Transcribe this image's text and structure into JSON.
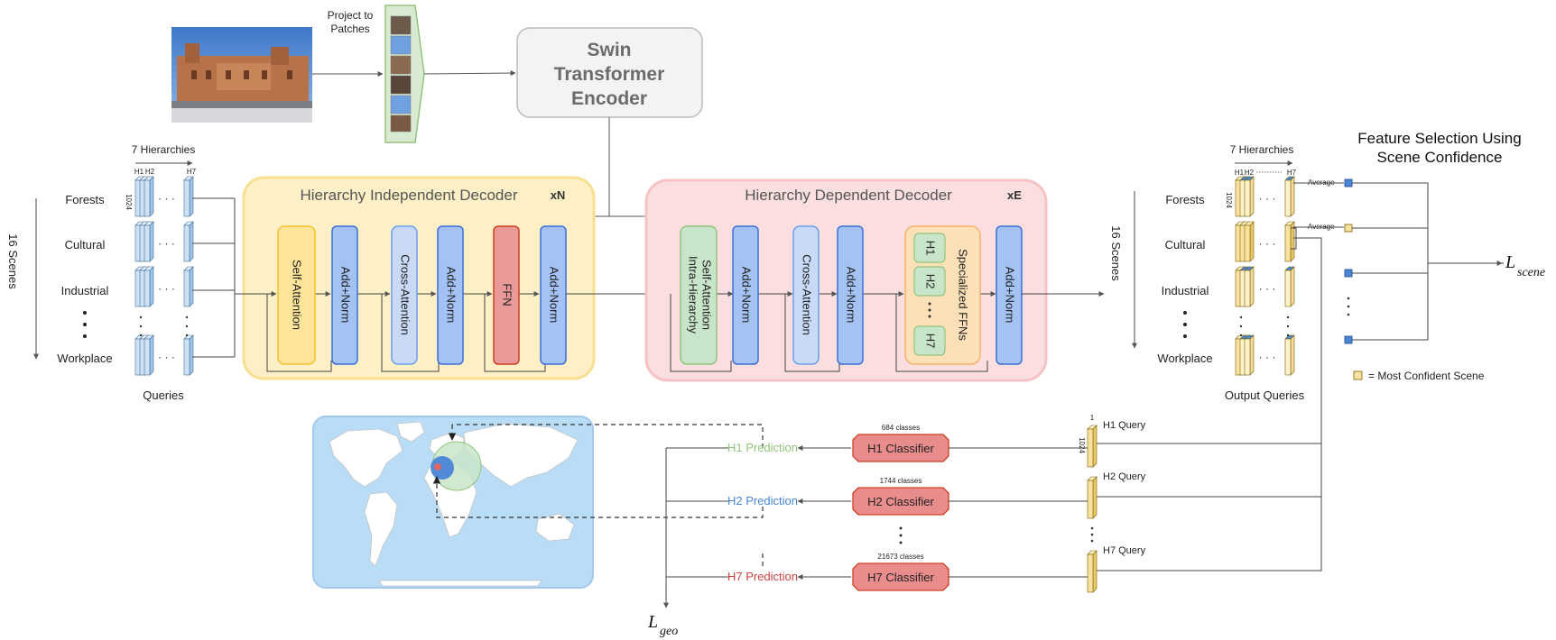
{
  "header": {
    "project_label_line1": "Project to",
    "project_label_line2": "Patches",
    "encoder_line1": "Swin",
    "encoder_line2": "Transformer",
    "encoder_line3": "Encoder"
  },
  "queries": {
    "hierarchies_label": "7 Hierarchies",
    "h1_label": "H1",
    "h2_label": "H2",
    "h7_label": "H7",
    "dim_label": "1024",
    "scenes_label": "16 Scenes",
    "scene_names": [
      "Forests",
      "Cultural",
      "Industrial",
      "Workplace"
    ],
    "caption": "Queries",
    "ellipsis": "· · ·"
  },
  "independent_decoder": {
    "title": "Hierarchy Independent Decoder",
    "repeat": "xN",
    "blocks": [
      "Self-Attention",
      "Add+Norm",
      "Cross-Attention",
      "Add+Norm",
      "FFN",
      "Add+Norm"
    ]
  },
  "dependent_decoder": {
    "title": "Hierarchy Dependent Decoder",
    "repeat": "xE",
    "intra_line1": "Intra-Hierarchy",
    "intra_line2": "Self-Attention",
    "add_norm": "Add+Norm",
    "cross_attention": "Cross-Attention",
    "ffn_title": "Specialized FFNs",
    "ffn_h1": "H1",
    "ffn_h2": "H2",
    "ffn_h7": "H7"
  },
  "output": {
    "hierarchies_label": "7 Hierarchies",
    "h1_label": "H1",
    "h2_label": "H2",
    "h7_label": "H7",
    "dim_label": "1024",
    "scenes_label": "16 Scenes",
    "scene_names": [
      "Forests",
      "Cultural",
      "Industrial",
      "Workplace"
    ],
    "caption": "Output Queries",
    "feature_title_line1": "Feature Selection Using",
    "feature_title_line2": "Scene Confidence",
    "average_label": "Average",
    "legend": "= Most Confident Scene",
    "loss_scene": "L",
    "loss_scene_sub": "scene"
  },
  "prediction": {
    "h1_prediction": "H1 Prediction",
    "h2_prediction": "H2 Prediction",
    "h7_prediction": "H7 Prediction",
    "h1_classifier": "H1 Classifier",
    "h2_classifier": "H2 Classifier",
    "h7_classifier": "H7 Classifier",
    "h1_classes": "684 classes",
    "h2_classes": "1744 classes",
    "h7_classes": "21673 classes",
    "h1_query": "H1 Query",
    "h2_query": "H2 Query",
    "h7_query": "H7 Query",
    "query_dim_top": "1",
    "query_dim_side": "1024",
    "loss_geo": "L",
    "loss_geo_sub": "geo"
  },
  "colors": {
    "independent_bg": "#fdf0c6",
    "independent_border": "#f9df90",
    "dependent_bg": "#fbdfe0",
    "dependent_border": "#f6c3c5",
    "add_norm": "#a4c2f4",
    "add_norm_border": "#3c6fd6",
    "self_attention": "#ffe599",
    "cross_attention": "#c9daf8",
    "ffn": "#ea9999",
    "intra": "#c9e5c9",
    "ffn_group": "#fbe0b8",
    "h1_green": "#93c47d",
    "h2_blue": "#4a86d8",
    "h7_red": "#cc4444",
    "classifier": "#e88c8c",
    "query_yellow": "#f9e29f",
    "ocean": "#b9dcf7"
  }
}
